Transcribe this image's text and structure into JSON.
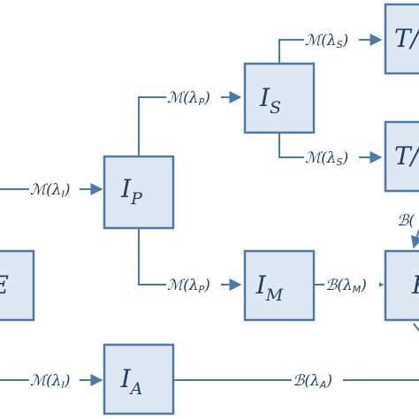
{
  "colors": {
    "box_fill": "#dde8f3",
    "box_stroke": "#4d79a5",
    "text": "#1f3d5c"
  },
  "nodes": {
    "ip": {
      "main": "I",
      "sub": "P"
    },
    "is": {
      "main": "I",
      "sub": "S"
    },
    "im": {
      "main": "I",
      "sub": "M"
    },
    "ia": {
      "main": "I",
      "sub": "A"
    },
    "e": {
      "main": "E"
    },
    "t1": {
      "main": "T/"
    },
    "t2": {
      "main": "T/"
    },
    "k": {
      "main": "K"
    }
  },
  "edges": {
    "into_ip": {
      "op": "ℳ(λ",
      "sub": "I",
      "close": ")"
    },
    "ip_is": {
      "op": "ℳ(λ",
      "sub": "P",
      "close": ")"
    },
    "ip_im": {
      "op": "ℳ(λ",
      "sub": "P",
      "close": ")"
    },
    "is_t1": {
      "op": "ℳ(λ",
      "sub": "S",
      "close": ")"
    },
    "is_t2": {
      "op": "ℳ(λ",
      "sub": "S",
      "close": ")"
    },
    "im_k": {
      "op": "ℬ(λ",
      "sub": "M",
      "close": ")"
    },
    "into_ia": {
      "op": "ℳ(λ",
      "sub": "I",
      "close": ")"
    },
    "ia_out": {
      "op": "ℬ(λ",
      "sub": "A",
      "close": ")"
    },
    "k_top": {
      "op": "ℬ("
    }
  }
}
